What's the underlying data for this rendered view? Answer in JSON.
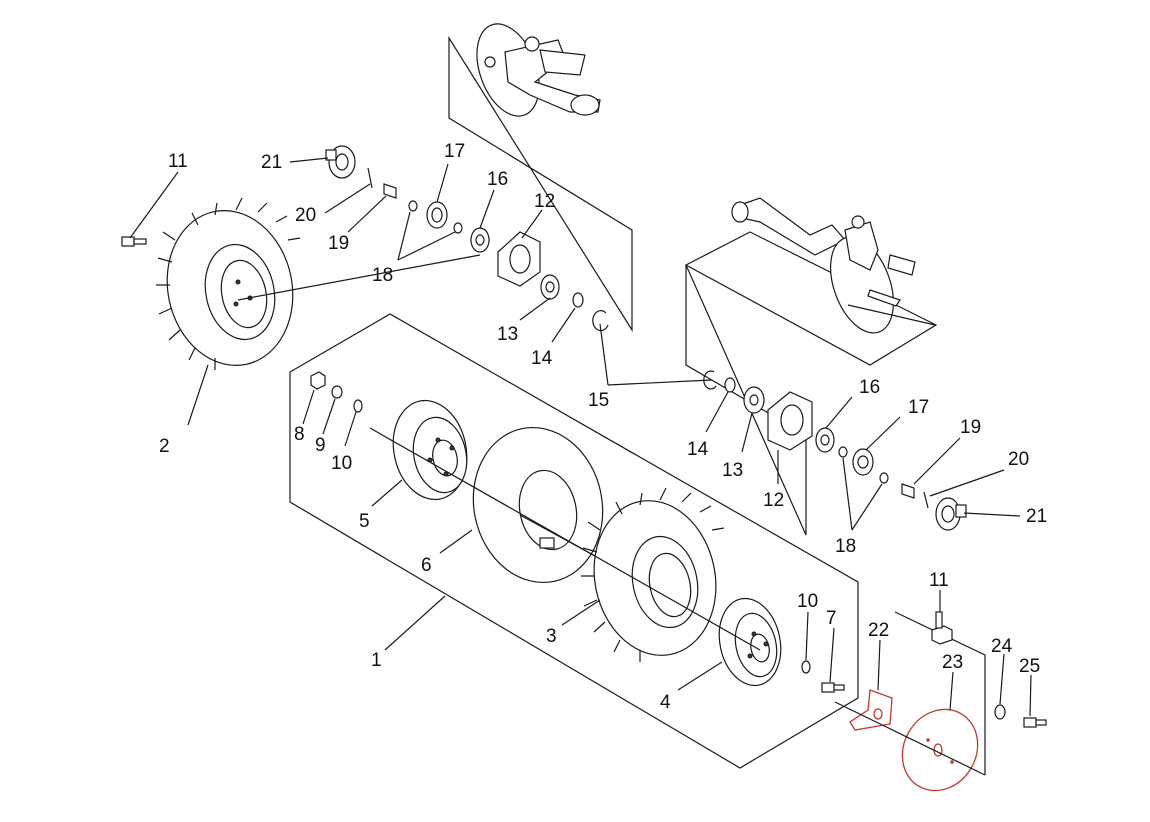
{
  "callouts": [
    {
      "id": "c1",
      "text": "1"
    },
    {
      "id": "c2",
      "text": "2"
    },
    {
      "id": "c3",
      "text": "3"
    },
    {
      "id": "c4",
      "text": "4"
    },
    {
      "id": "c5",
      "text": "5"
    },
    {
      "id": "c6",
      "text": "6"
    },
    {
      "id": "c7",
      "text": "7"
    },
    {
      "id": "c8",
      "text": "8"
    },
    {
      "id": "c9",
      "text": "9"
    },
    {
      "id": "c10a",
      "text": "10"
    },
    {
      "id": "c10b",
      "text": "10"
    },
    {
      "id": "c11a",
      "text": "11"
    },
    {
      "id": "c11b",
      "text": "11"
    },
    {
      "id": "c12a",
      "text": "12"
    },
    {
      "id": "c12b",
      "text": "12"
    },
    {
      "id": "c13a",
      "text": "13"
    },
    {
      "id": "c13b",
      "text": "13"
    },
    {
      "id": "c14a",
      "text": "14"
    },
    {
      "id": "c14b",
      "text": "14"
    },
    {
      "id": "c15",
      "text": "15"
    },
    {
      "id": "c16a",
      "text": "16"
    },
    {
      "id": "c16b",
      "text": "16"
    },
    {
      "id": "c17a",
      "text": "17"
    },
    {
      "id": "c17b",
      "text": "17"
    },
    {
      "id": "c18a",
      "text": "18"
    },
    {
      "id": "c18b",
      "text": "18"
    },
    {
      "id": "c19a",
      "text": "19"
    },
    {
      "id": "c19b",
      "text": "19"
    },
    {
      "id": "c20a",
      "text": "20"
    },
    {
      "id": "c20b",
      "text": "20"
    },
    {
      "id": "c21a",
      "text": "21"
    },
    {
      "id": "c21b",
      "text": "21"
    },
    {
      "id": "c22",
      "text": "22"
    },
    {
      "id": "c23",
      "text": "23"
    },
    {
      "id": "c24",
      "text": "24"
    },
    {
      "id": "c25",
      "text": "25"
    }
  ],
  "colors": {
    "line": "#1a1a1a",
    "highlight": "#c0392b",
    "background": "#ffffff"
  }
}
